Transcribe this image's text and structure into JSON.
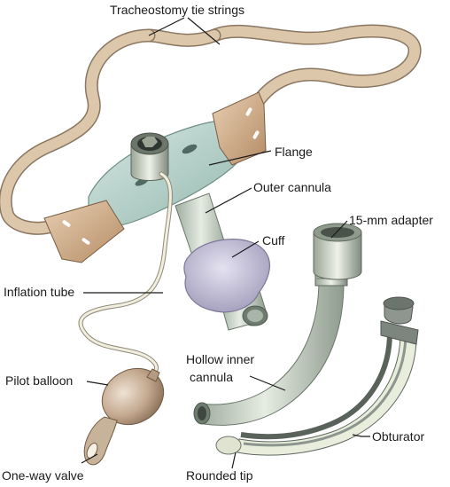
{
  "labels": {
    "tie_strings": "Tracheostomy tie strings",
    "flange": "Flange",
    "outer_cannula": "Outer cannula",
    "cuff": "Cuff",
    "adapter": "15-mm adapter",
    "inflation_tube": "Inflation tube",
    "inner_cannula_line1": "Hollow inner",
    "inner_cannula_line2": "cannula",
    "pilot_balloon": "Pilot balloon",
    "obturator": "Obturator",
    "one_way_valve": "One-way valve",
    "rounded_tip": "Rounded tip"
  },
  "colors": {
    "tie_string": "#d9c3a5",
    "tab": "#c9a27d",
    "flange": "#b7d3cc",
    "cannula": "#c7d2c4",
    "cuff": "#b6b3cc",
    "inner_cannula": "#dfe3c9",
    "obturator_dark": "#6f7872",
    "balloon": "#b59b84"
  }
}
